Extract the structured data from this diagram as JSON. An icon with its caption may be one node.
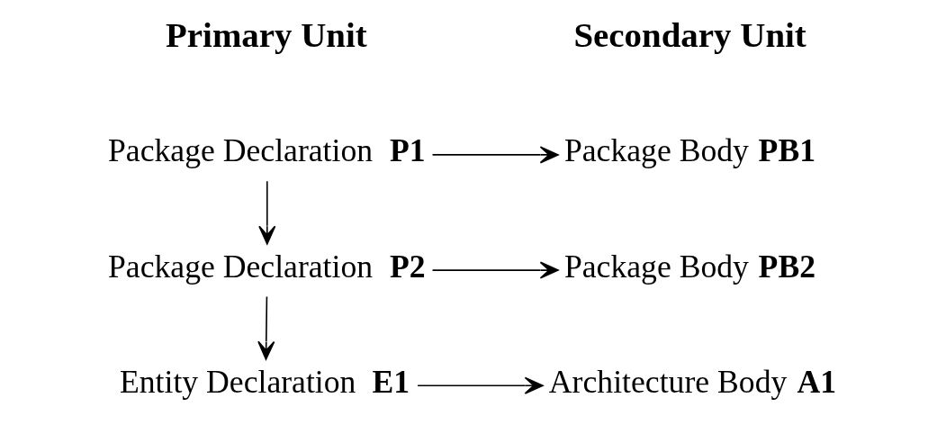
{
  "diagram": {
    "nodes": [
      {
        "text": [
          "Package Declaration  **P1**"
        ]
      },
      {
        "text": [
          "Package Body **PB1**"
        ]
      },
      {
        "text": [
          "Package Declaration  **P2**"
        ]
      },
      {
        "text": [
          "Package Body **PB2**"
        ]
      },
      {
        "text": [
          "Entity Declaration  **E1**"
        ]
      },
      {
        "text": [
          "Architecture Body **A1**"
        ]
      }
    ],
    "edges": [
      {
        "from": 0,
        "to": 1,
        "arrow": "to"
      },
      {
        "from": 0,
        "to": 2,
        "arrow": "to"
      },
      {
        "from": 2,
        "to": 3,
        "arrow": "to"
      },
      {
        "from": 2,
        "to": 4,
        "arrow": "to"
      },
      {
        "from": 4,
        "to": 5,
        "arrow": "to"
      }
    ],
    "labels": [
      "**Primary Unit**",
      "**Secondary Unit**"
    ]
  }
}
